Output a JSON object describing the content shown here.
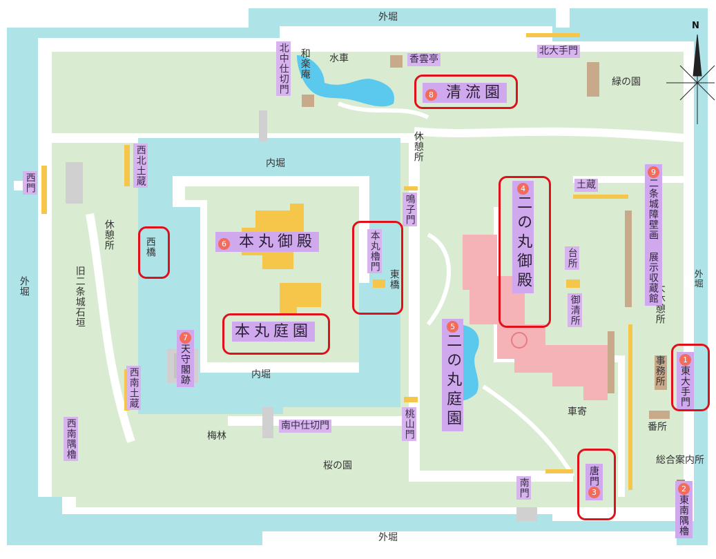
{
  "compass": "N",
  "moat_labels": {
    "north": "外堀",
    "south": "外堀",
    "west": "外堀",
    "east": "外堀"
  },
  "inner_moat": {
    "north": "内堀",
    "south": "内堀"
  },
  "places": {
    "suisha": "水車",
    "waraku_an": "和楽庵",
    "kouun_tei": "香雲亭",
    "midori_no_en": "緑の園",
    "kyukei_north": "休憩所",
    "kyukei_west": "休憩所",
    "stone_wall": "旧二条城石垣",
    "umebayashi": "梅林",
    "sakura_no_en": "桜の園",
    "dozo": "土蔵",
    "daidokoro": "台所",
    "oshimizu": "御清所",
    "kuruma_yose": "車寄",
    "dai_kyukeijo": "大休憩所",
    "jimusho": "事務所",
    "bansho": "番所",
    "info": "総合案内所",
    "nishi_kita_dozo": "西北土蔵",
    "nishi_minami_dozo": "西南土蔵"
  },
  "gates": {
    "kita_naka_shikiri": "北中仕切門",
    "kita_ote": "北大手門",
    "nishi_mon": "西門",
    "nishi_bashi": "西橋",
    "honmaru_yagura": "本丸櫓門",
    "higashi_bashi": "東橋",
    "naruko": "鳴子門",
    "minami_naka_shikiri": "南中仕切門",
    "momoyama": "桃山門",
    "minami_mon": "南門",
    "nishi_minami_sumi": "西南隅櫓"
  },
  "spots": [
    {
      "num": "1",
      "label": "東大手門"
    },
    {
      "num": "2",
      "label": "東南隅櫓"
    },
    {
      "num": "3",
      "label": "唐門"
    },
    {
      "num": "4",
      "label": "二の丸御殿"
    },
    {
      "num": "5",
      "label": "二の丸庭園"
    },
    {
      "num": "6",
      "label": "本丸御殿"
    },
    {
      "num": "7",
      "label": "天守閣跡"
    },
    {
      "num": "8",
      "label": "清流園"
    },
    {
      "num": "9",
      "label": "二条城障壁画 展示収蔵館"
    }
  ],
  "colors": {
    "moat": "#aee3e8",
    "grounds": "#d9ecd2",
    "path": "#ffffff",
    "building": "#f5c64a",
    "palace": "#f6b3b7",
    "gate_label": "#d8b4ef",
    "highlight": "#e0101a",
    "marker": "#f26b5b"
  }
}
